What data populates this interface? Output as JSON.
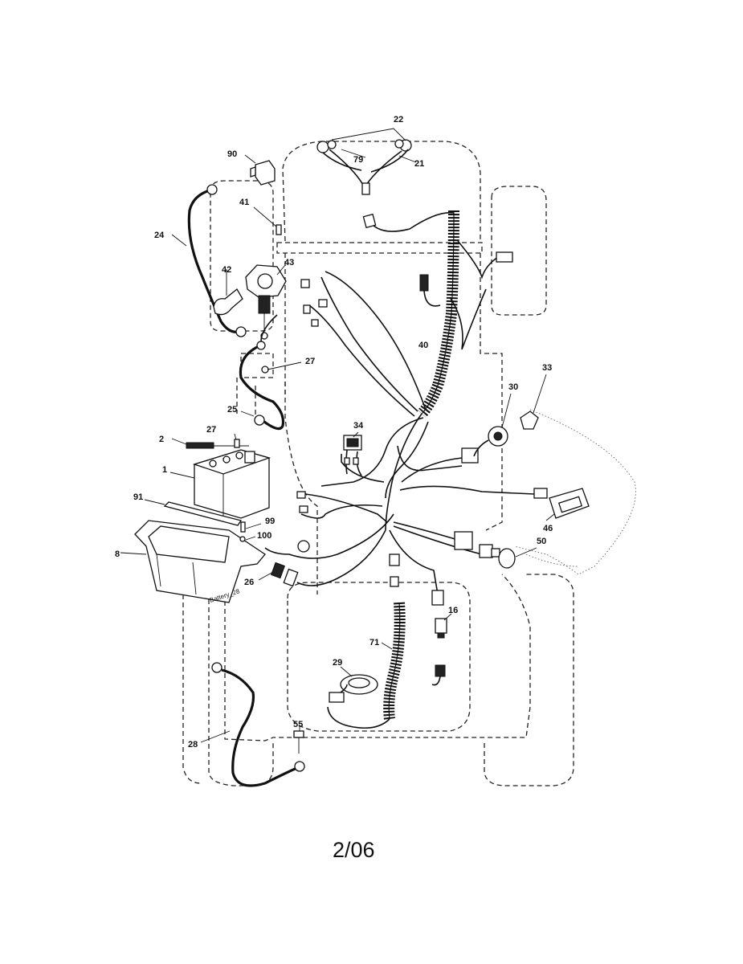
{
  "diagram": {
    "callouts": {
      "p22": "22",
      "p79": "79",
      "p21": "21",
      "p90": "90",
      "p41": "41",
      "p24": "24",
      "p43": "43",
      "p42": "42",
      "p40": "40",
      "p27a": "27",
      "p25": "25",
      "p27b": "27",
      "p2": "2",
      "p1": "1",
      "p34": "34",
      "p33": "33",
      "p30": "30",
      "p91": "91",
      "p99": "99",
      "p100": "100",
      "p8": "8",
      "p26": "26",
      "p46": "46",
      "p50": "50",
      "p16": "16",
      "p71": "71",
      "p29": "29",
      "p28": "28",
      "p55": "55"
    },
    "battery_label": "Battery_28"
  },
  "footer": {
    "revision": "2/06"
  }
}
